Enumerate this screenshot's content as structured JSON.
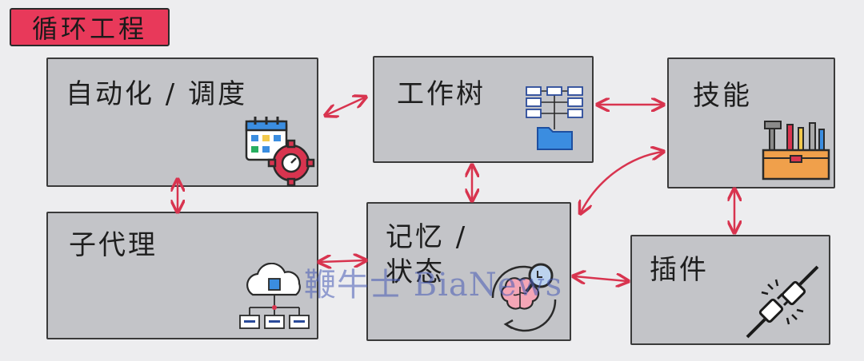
{
  "title": "循环工程",
  "boxes": {
    "automation": {
      "label": "自动化 / 调度",
      "icon": "calendar-gear-icon"
    },
    "worktree": {
      "label": "工作树",
      "icon": "tree-folder-icon"
    },
    "skills": {
      "label": "技能",
      "icon": "toolbox-icon"
    },
    "subagents": {
      "label": "子代理",
      "icon": "cloud-network-icon"
    },
    "memory": {
      "label_line1": "记忆 /",
      "label_line2": "状态",
      "icon": "brain-magnifier-icon"
    },
    "plugins": {
      "label": "插件",
      "icon": "plug-icon"
    }
  },
  "watermark": "鞭牛士 BiaNews",
  "colors": {
    "background": "#ededef",
    "title_tag": "#e8395a",
    "box_fill": "#c3c4c8",
    "arrow": "#d8344f"
  }
}
